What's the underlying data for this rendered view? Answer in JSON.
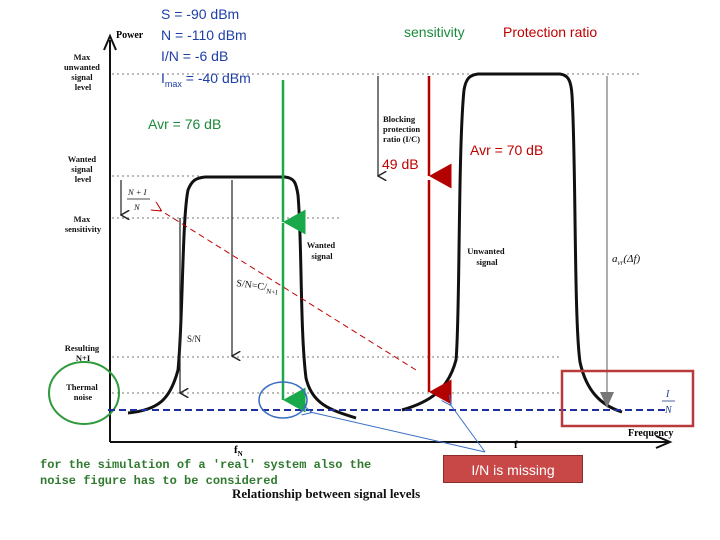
{
  "params": {
    "s": "S = -90 dBm",
    "n": "N = -110 dBm",
    "i_over_n": "I/N = -6 dB",
    "imax_i": "I",
    "imax_sub": "max",
    "imax_val": " = -40 dBm"
  },
  "labels": {
    "sensitivity": "sensitivity",
    "protection_ratio": "Protection ratio",
    "avr_left": "Avr = 76 dB",
    "avr_right": "Avr = 70 dB",
    "db49": "49 dB",
    "in_missing": "I/N is missing",
    "caption": "for the simulation of a 'real' system also the noise figure has to be considered",
    "bottom_title": "Relationship between signal levels"
  },
  "axis": {
    "power": "Power",
    "frequency": "Frequency",
    "f_n": "f",
    "f_n_sub": "N",
    "f_i": "f"
  },
  "levels": {
    "max_unwanted": [
      "Max",
      "unwanted",
      "signal",
      "level"
    ],
    "wanted": [
      "Wanted",
      "signal",
      "level"
    ],
    "max_sens": [
      "Max",
      "sensitivity"
    ],
    "resulting": [
      "Resulting",
      "N+I"
    ],
    "thermal": [
      "Thermal",
      "noise"
    ]
  },
  "annotations": {
    "blocking": [
      "Blocking",
      "protection",
      "ratio (I/C)"
    ],
    "wanted_signal": [
      "Wanted",
      "signal"
    ],
    "unwanted_signal": [
      "Unwanted",
      "signal"
    ],
    "sn": "S/N",
    "n_plus_i": "N + I",
    "n": "N",
    "sn_eq_left": "S/",
    "sn_eq_right": "N=C/",
    "sn_eq_sub": "N+I",
    "avr_delta": "a",
    "avr_delta_sub": "vr",
    "avr_delta_arg": "(Δf)",
    "i_frac_top": "I",
    "i_frac_bottom": "N"
  },
  "colors": {
    "green": "#19a84a",
    "red": "#b30000",
    "blue_dash": "#1f2fa0",
    "circle_green": "#2e9a3a",
    "circle_blue": "#3a6fc4",
    "box_red": "#b83a3a"
  }
}
